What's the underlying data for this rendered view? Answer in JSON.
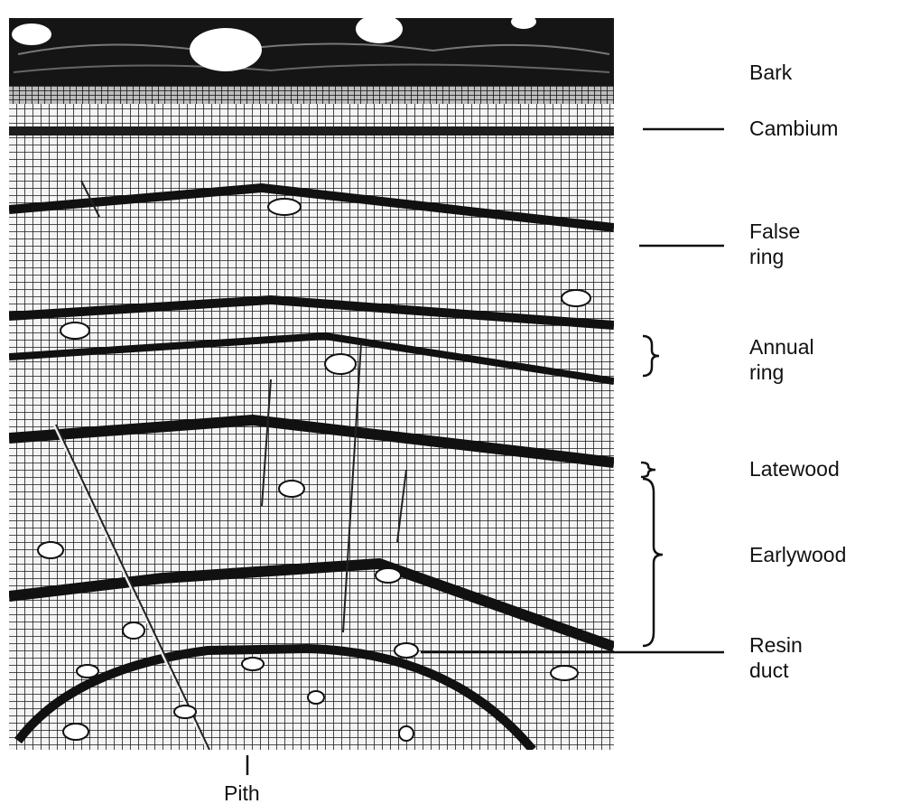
{
  "labels": {
    "bark": "Bark",
    "cambium": "Cambium",
    "false_ring_1": "False",
    "false_ring_2": "ring",
    "annual_ring_1": "Annual",
    "annual_ring_2": "ring",
    "latewood": "Latewood",
    "earlywood": "Earlywood",
    "resin_duct_1": "Resin",
    "resin_duct_2": "duct",
    "pith": "Pith"
  },
  "colors": {
    "ink": "#111111",
    "paper": "#ffffff",
    "wood_light": "#f2f2f2"
  }
}
